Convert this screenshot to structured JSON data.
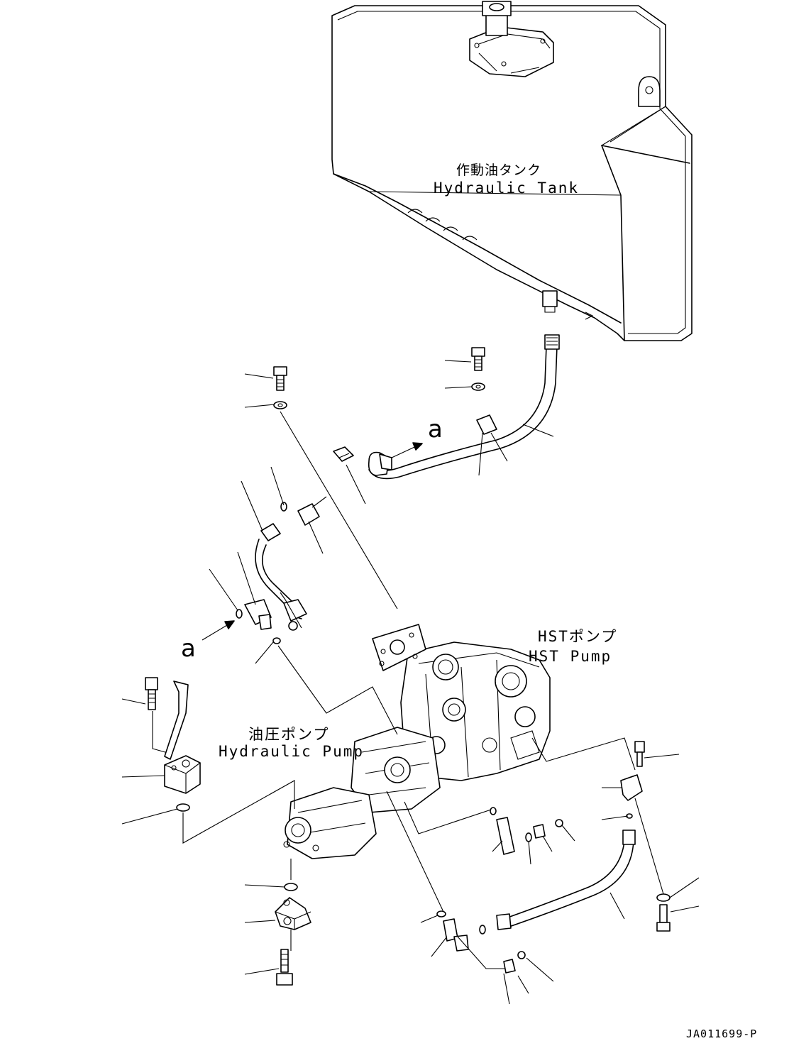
{
  "labels": {
    "tank_jp": "作動油タンク",
    "tank_en": "Hydraulic Tank",
    "hst_jp": "HSTポンプ",
    "hst_en": "HST Pump",
    "pump_jp": "油圧ポンプ",
    "pump_en": "Hydraulic Pump"
  },
  "reference_markers": {
    "upper": "a",
    "lower": "a"
  },
  "drawing_code": "JA011699-P"
}
